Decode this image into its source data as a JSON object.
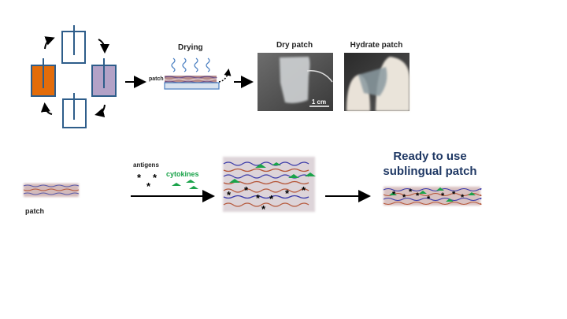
{
  "top": {
    "drying_label": "Drying",
    "patch_label": "patch",
    "dry_patch_label": "Dry patch",
    "hydrate_patch_label": "Hydrate patch",
    "scale_bar_label": "1 cm"
  },
  "bottom": {
    "patch_label": "patch",
    "antigens_label": "antigens",
    "cytokines_label": "cytokines",
    "ready_line1": "Ready to use",
    "ready_line2": "sublingual patch"
  },
  "colors": {
    "orange_beaker": "#e36c0a",
    "purple_beaker": "#b3a2c7",
    "beaker_outline": "#2e5d8a",
    "cytokine_green": "#1aa34a",
    "title_navy": "#1f3864"
  }
}
